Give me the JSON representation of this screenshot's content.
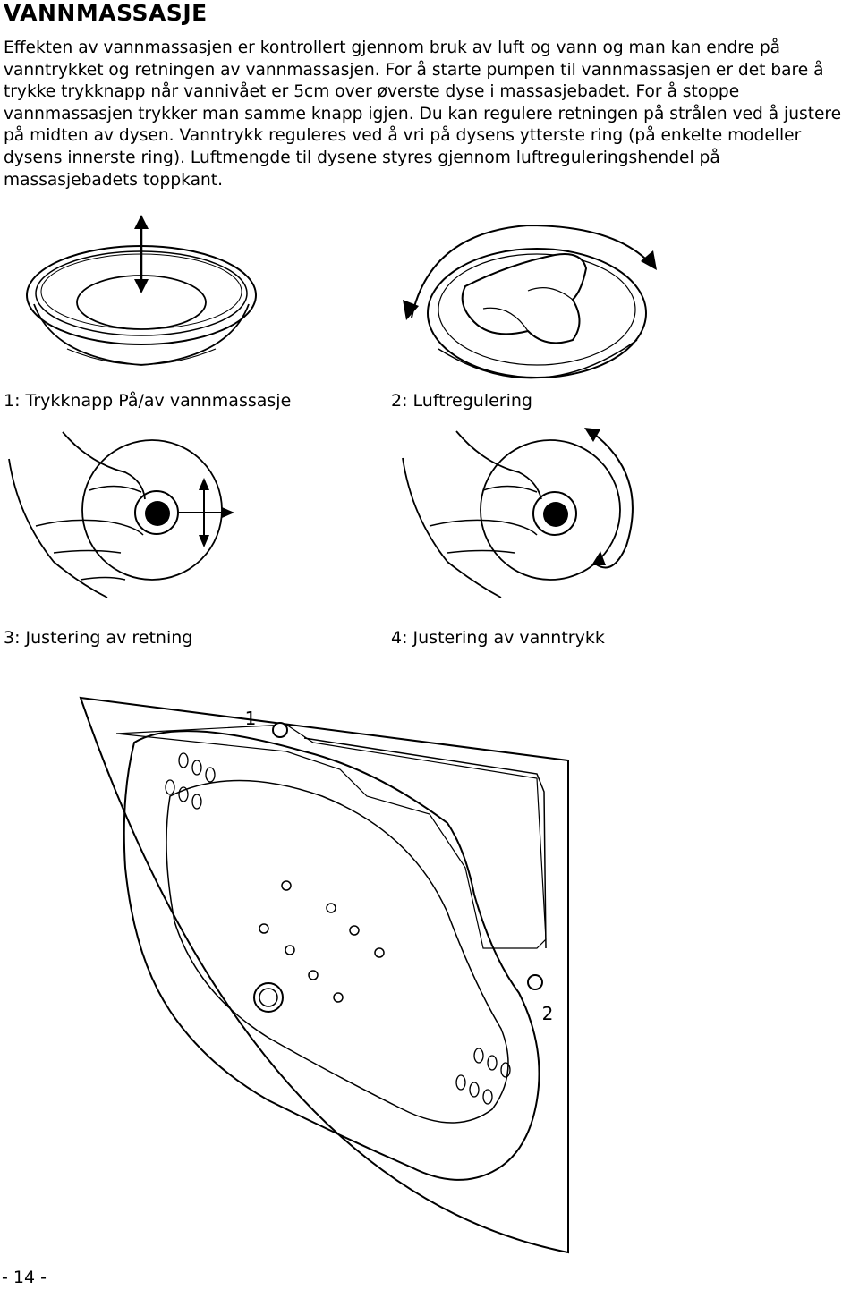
{
  "heading": "VANNMASSASJE",
  "intro_text": "Effekten av vannmassasjen er kontrollert gjennom bruk av luft og vann og man kan endre på vanntrykket og retningen av vannmassasjen. For å starte pumpen til vannmassasjen er det bare å trykke trykknapp når vannivået er 5cm over øverste dyse i massasjebadet. For å stoppe vannmassasjen trykker man samme knapp igjen. Du kan regulere retningen på strålen ved å justere på midten av dysen. Vanntrykk reguleres ved å vri på dysens ytterste ring (på enkelte modeller dysens innerste ring). Luftmengde til dysene styres gjennom luftreguleringshendel på massasjebadets toppkant.",
  "figures": {
    "fig1_caption": "1: Trykknapp På/av vannmassasje",
    "fig2_caption": "2: Luftregulering",
    "fig3_caption": "3: Justering av retning",
    "fig4_caption": "4: Justering av vanntrykk"
  },
  "bathtub_labels": {
    "label_1": "1",
    "label_2": "2"
  },
  "page_number": "- 14 -"
}
